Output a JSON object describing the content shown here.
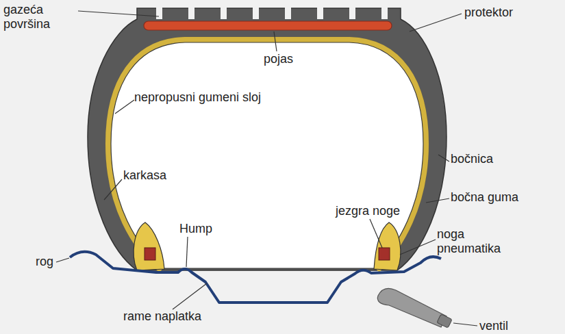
{
  "diagram": {
    "labels": [
      "gazeća površina",
      "protektor",
      "pojas",
      "nepropusni gumeni sloj",
      "bočnica",
      "karkasa",
      "bočna guma",
      "jezgra noge",
      "rog",
      "Hump",
      "noga pneumatika",
      "rame naplatka",
      "ventil"
    ]
  }
}
